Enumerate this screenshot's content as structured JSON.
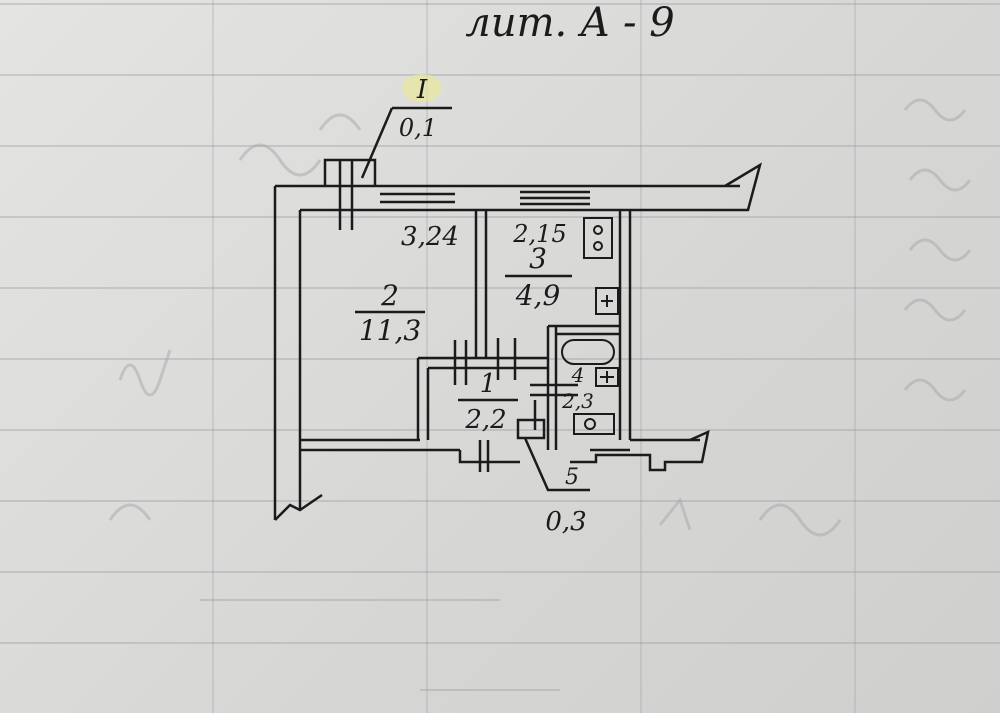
{
  "header": {
    "label": "лит. А - 9"
  },
  "vestibule": {
    "number": "I",
    "area": "0,1"
  },
  "rooms": [
    {
      "number": "1",
      "area": "2,2"
    },
    {
      "number": "2",
      "area": "11,3"
    },
    {
      "number": "3",
      "area": "4,9"
    },
    {
      "number": "4",
      "area": "2,3"
    },
    {
      "number": "5",
      "area": "0,3"
    }
  ],
  "dimensions": {
    "room2_width": "3,24",
    "room3_width": "2,15"
  },
  "colors": {
    "ink": "#1b1b1b",
    "paper": "#dcdcda",
    "ghost": "#9a9a9c"
  }
}
